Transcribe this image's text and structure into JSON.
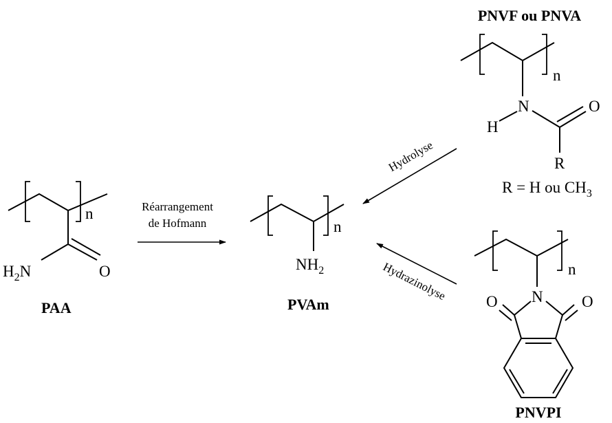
{
  "compounds": {
    "paa": {
      "name": "PAA",
      "amide_n": "H",
      "amide_n_sub": "2",
      "amide_n_tail": "N",
      "amide_o": "O",
      "repeat": "n"
    },
    "pvam": {
      "name": "PVAm",
      "amine": "NH",
      "amine_sub": "2",
      "repeat": "n"
    },
    "pnvf": {
      "name": "PNVF ou PNVA",
      "n_atom": "N",
      "h_atom": "H",
      "o_atom": "O",
      "r_atom": "R",
      "repeat": "n",
      "r_def_main": "R = H ou CH",
      "r_def_sub": "3"
    },
    "pnvpi": {
      "name": "PNVPI",
      "n_atom": "N",
      "o_left": "O",
      "o_right": "O",
      "repeat": "n"
    }
  },
  "reactions": {
    "hofmann": {
      "line1": "Réarrangement",
      "line2": "de Hofmann"
    },
    "hydrolysis": {
      "label": "Hydrolyse"
    },
    "hydrazinolysis": {
      "label": "Hydrazinolyse"
    }
  }
}
